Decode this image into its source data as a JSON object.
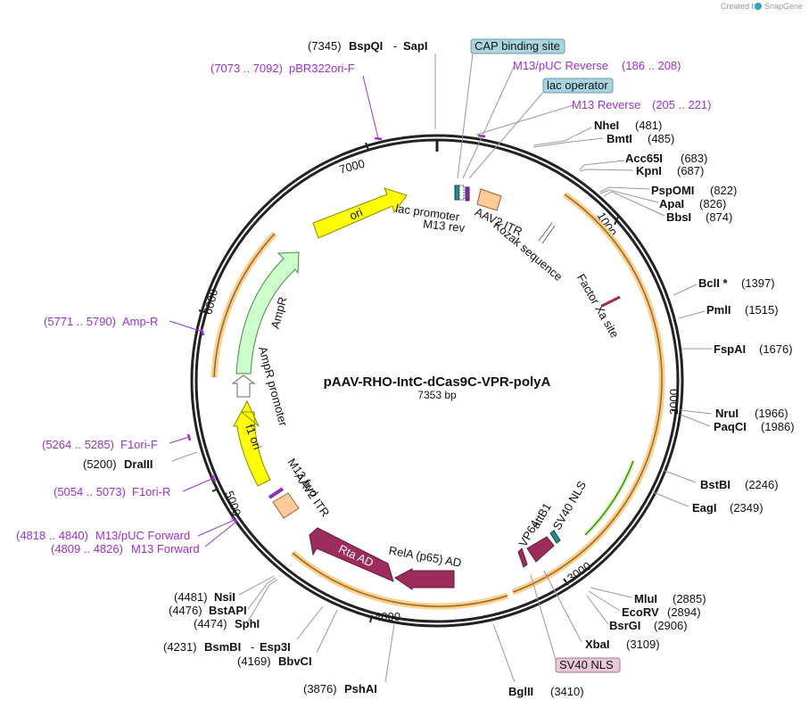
{
  "watermark": {
    "prefix": "Created by",
    "brand": "SnapGene"
  },
  "plasmid": {
    "name": "pAAV-RHO-IntC-dCas9C-VPR-polyA",
    "length": "7353 bp"
  },
  "ticks": [
    "1000",
    "2000",
    "3000",
    "4000",
    "5000",
    "6000",
    "7000"
  ],
  "sites": {
    "bspqi": {
      "pos": "(7345)",
      "name": "BspQI",
      "sep": "-",
      "name2": "SapI"
    },
    "nhei": {
      "name": "NheI",
      "pos": "(481)"
    },
    "bmti": {
      "name": "BmtI",
      "pos": "(485)"
    },
    "acc65i": {
      "name": "Acc65I",
      "pos": "(683)"
    },
    "kpni": {
      "name": "KpnI",
      "pos": "(687)"
    },
    "pspomi": {
      "name": "PspOMI",
      "pos": "(822)"
    },
    "apai": {
      "name": "ApaI",
      "pos": "(826)"
    },
    "bbsi": {
      "name": "BbsI",
      "pos": "(874)"
    },
    "bcli": {
      "name": "BclI *",
      "pos": "(1397)"
    },
    "pmli": {
      "name": "PmlI",
      "pos": "(1515)"
    },
    "fspai": {
      "name": "FspAI",
      "pos": "(1676)"
    },
    "nrui": {
      "name": "NruI",
      "pos": "(1966)"
    },
    "paqci": {
      "name": "PaqCI",
      "pos": "(1986)"
    },
    "bstbi": {
      "name": "BstBI",
      "pos": "(2246)"
    },
    "eagi": {
      "name": "EagI",
      "pos": "(2349)"
    },
    "mlui": {
      "name": "MluI",
      "pos": "(2885)"
    },
    "ecorv": {
      "name": "EcoRV",
      "pos": "(2894)"
    },
    "bsrgi": {
      "name": "BsrGI",
      "pos": "(2906)"
    },
    "xbai": {
      "name": "XbaI",
      "pos": "(3109)"
    },
    "bglii": {
      "name": "BglII",
      "pos": "(3410)"
    },
    "pshai": {
      "pos": "(3876)",
      "name": "PshAI"
    },
    "bsmbi": {
      "pos": "(4231)",
      "name": "BsmBI",
      "sep": "-",
      "name2": "Esp3I"
    },
    "bbvci": {
      "pos": "(4169)",
      "name": "BbvCI"
    },
    "sphi": {
      "pos": "(4474)",
      "name": "SphI"
    },
    "bstapi": {
      "pos": "(4476)",
      "name": "BstAPI"
    },
    "nsii": {
      "pos": "(4481)",
      "name": "NsiI"
    },
    "draiii": {
      "pos": "(5200)",
      "name": "DraIII"
    }
  },
  "primers": {
    "pbr322": {
      "range": "(7073 .. 7092)",
      "name": "pBR322ori-F"
    },
    "m13puc_rev": {
      "name": "M13/pUC Reverse",
      "range": "(186 .. 208)"
    },
    "m13_rev": {
      "name": "M13 Reverse",
      "range": "(205 .. 221)"
    },
    "ampr": {
      "range": "(5771 .. 5790)",
      "name": "Amp-R"
    },
    "f1ori_f": {
      "range": "(5264 .. 5285)",
      "name": "F1ori-F"
    },
    "f1ori_r": {
      "range": "(5054 .. 5073)",
      "name": "F1ori-R"
    },
    "m13puc_fwd": {
      "range": "(4818 .. 4840)",
      "name": "M13/pUC Forward"
    },
    "m13_fwd": {
      "range": "(4809 .. 4826)",
      "name": "M13 Forward"
    }
  },
  "boxes": {
    "cap": "CAP binding site",
    "lacop": "lac operator",
    "sv40": "SV40 NLS"
  },
  "features": {
    "lac_promoter": "lac promoter",
    "m13_rev": "M13 rev",
    "aav2_itr_top": "AAV2 ITR",
    "kozak": "Kozak sequence",
    "factor_xa": "Factor Xa site",
    "ori": "ori",
    "ampr": "AmpR",
    "ampr_promoter": "AmpR promoter",
    "f1_ori": "f1 ori",
    "m13_fwd": "M13 fwd",
    "aav2_itr_bottom": "AAV2 ITR",
    "rta_ad": "Rta AD",
    "rela": "RelA (p65) AD",
    "vp64": "VP64",
    "attb1": "attB1",
    "sv40_nls": "SV40 NLS"
  }
}
